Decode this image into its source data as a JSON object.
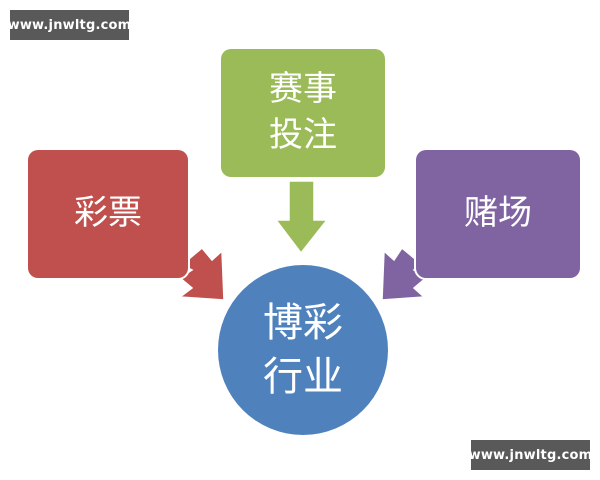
{
  "watermarks": {
    "top_left": "www.jnwltg.com",
    "bottom_right": "www.jnwltg.com"
  },
  "diagram": {
    "center": {
      "line1": "博彩",
      "line2": "行业",
      "color": "#4f81bd"
    },
    "sources": [
      {
        "id": "lottery",
        "line1": "彩票",
        "color": "#c0504d",
        "arrow_direction": "down-right"
      },
      {
        "id": "sports-betting",
        "line1": "赛事",
        "line2": "投注",
        "color": "#9bbb59",
        "arrow_direction": "down"
      },
      {
        "id": "casino",
        "line1": "赌场",
        "color": "#8064a2",
        "arrow_direction": "down-left"
      }
    ]
  }
}
